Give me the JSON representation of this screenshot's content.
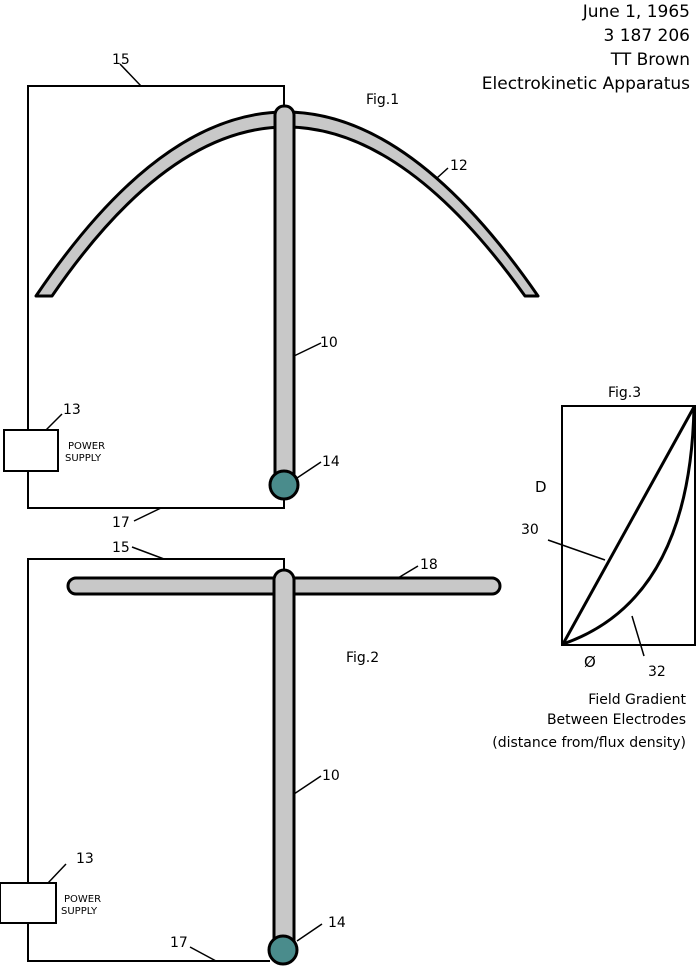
{
  "header": {
    "date": "June 1, 1965",
    "patent_number": "3 187 206",
    "inventor": "TT Brown",
    "title": "Electrokinetic Apparatus"
  },
  "fig1": {
    "caption": "Fig.1",
    "labels": {
      "wire_top": "15",
      "electrode_arc": "12",
      "rod": "10",
      "power_supply_ref": "13",
      "ball": "14",
      "wire_bottom": "17"
    },
    "power_supply_text": [
      "POWER",
      "SUPPLY"
    ]
  },
  "fig2": {
    "caption": "Fig.2",
    "labels": {
      "wire_top": "15",
      "electrode_bar": "18",
      "rod": "10",
      "power_supply_ref": "13",
      "ball": "14",
      "wire_bottom": "17"
    },
    "power_supply_text": [
      "POWER",
      "SUPPLY"
    ]
  },
  "fig3": {
    "caption": "Fig.3",
    "axis_d": "D",
    "origin": "Ø",
    "line_linear_ref": "30",
    "curve_ref": "32",
    "caption_lines": [
      "Field Gradient",
      "Between Electrodes",
      "(distance from/flux density)"
    ]
  },
  "colors": {
    "electrode_fill": "#c8c8c8",
    "ball_fill": "#4a8c8c",
    "stroke": "#000000"
  }
}
